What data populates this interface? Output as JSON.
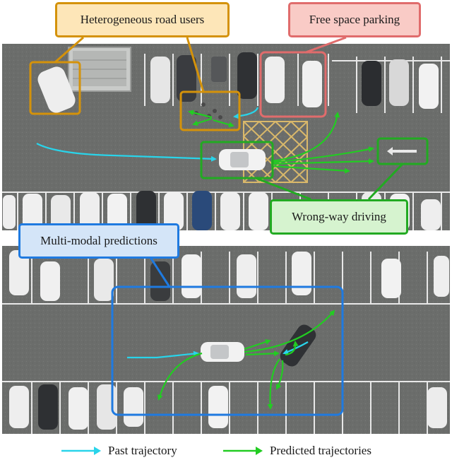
{
  "labels": {
    "heterogeneous": "Heterogeneous road users",
    "free_space": "Free space parking",
    "wrong_way": "Wrong-way driving",
    "multi_modal": "Multi-modal predictions"
  },
  "legend": {
    "past": "Past trajectory",
    "predicted": "Predicted trajectories"
  },
  "colors": {
    "heterogeneous": "#d4920a",
    "free_space": "#e06c6c",
    "wrong_way": "#22aa22",
    "multi_modal": "#1f7ae0",
    "past": "#29d4ea",
    "predicted": "#22cc22"
  }
}
